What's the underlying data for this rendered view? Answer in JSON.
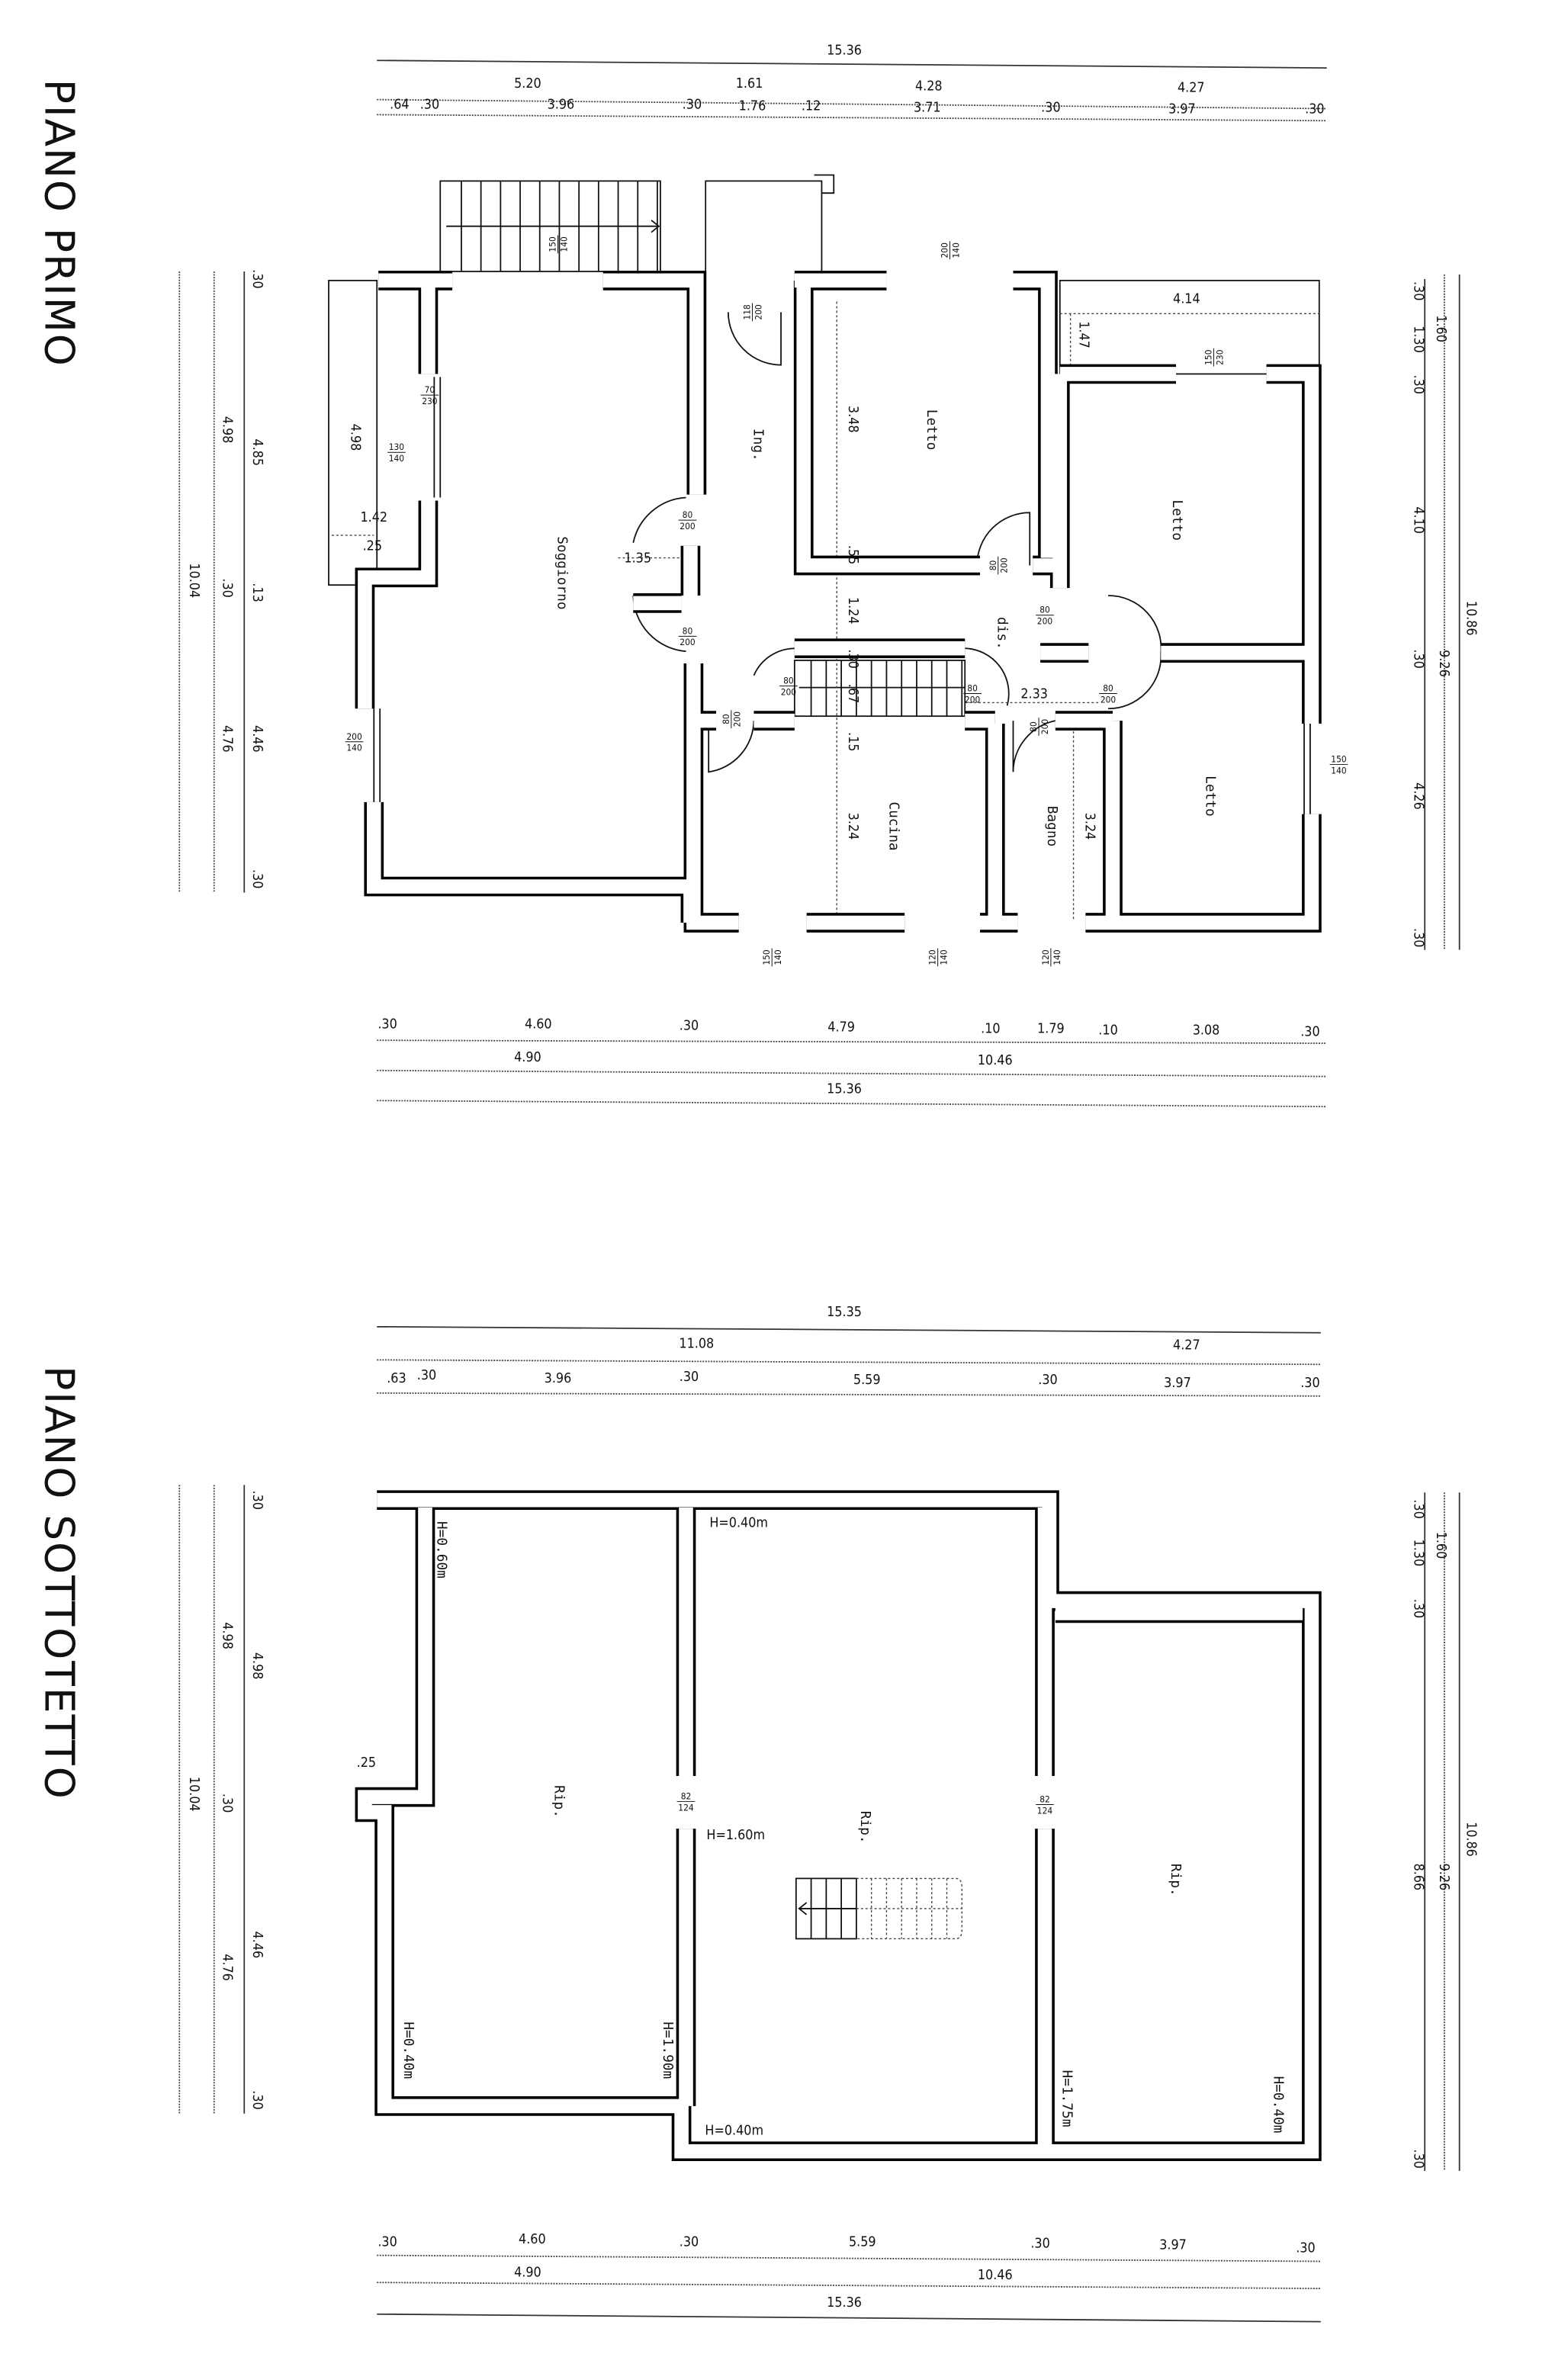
{
  "primo": {
    "title": "PIANO PRIMO",
    "top": [
      "15.36",
      "5.20",
      "1.61",
      "4.28",
      "4.27",
      ".64",
      ".30",
      "3.96",
      ".30",
      "1.76",
      ".12",
      "3.71",
      ".30",
      "3.97",
      ".30"
    ],
    "left": [
      ".30",
      "4.85",
      ".13",
      "4.46",
      ".30",
      "4.98",
      ".30",
      "4.76",
      "10.04"
    ],
    "right": [
      ".30",
      "1.30",
      ".30",
      "4.10",
      ".30",
      "4.26",
      ".30",
      "1.60",
      "9.26",
      "10.86"
    ],
    "bottom": [
      ".30",
      "4.60",
      ".30",
      "4.79",
      ".10",
      "1.79",
      ".10",
      "3.08",
      ".30",
      "4.90",
      "10.46",
      "15.36"
    ],
    "rooms": [
      "Soggiorno",
      "Ing.",
      "Letto",
      "Letto",
      "Letto",
      "dis.",
      "Cucina",
      "Bagno"
    ],
    "inner": [
      "4.98",
      "1.42",
      ".25",
      "1.35",
      "3.48",
      ".55",
      "1.24",
      ".30",
      ".67",
      ".15",
      "3.24",
      "3.24",
      "2.33",
      "4.14",
      "1.47"
    ],
    "openings": [
      {
        "n": "150",
        "d": "140"
      },
      {
        "n": "200",
        "d": "140"
      },
      {
        "n": "118",
        "d": "200"
      },
      {
        "n": "70",
        "d": "230"
      },
      {
        "n": "130",
        "d": "140"
      },
      {
        "n": "80",
        "d": "200"
      },
      {
        "n": "80",
        "d": "200"
      },
      {
        "n": "80",
        "d": "200"
      },
      {
        "n": "80",
        "d": "200"
      },
      {
        "n": "150",
        "d": "230"
      },
      {
        "n": "80",
        "d": "200"
      },
      {
        "n": "80",
        "d": "200"
      },
      {
        "n": "80",
        "d": "200"
      },
      {
        "n": "80",
        "d": "200"
      },
      {
        "n": "80",
        "d": "200"
      },
      {
        "n": "200",
        "d": "140"
      },
      {
        "n": "150",
        "d": "140"
      },
      {
        "n": "150",
        "d": "140"
      },
      {
        "n": "120",
        "d": "140"
      },
      {
        "n": "120",
        "d": "140"
      }
    ]
  },
  "sottotetto": {
    "title": "PIANO SOTTOTETTO",
    "top": [
      "15.35",
      "11.08",
      "4.27",
      ".63",
      ".30",
      "3.96",
      ".30",
      "5.59",
      ".30",
      "3.97",
      ".30"
    ],
    "left": [
      ".30",
      "4.98",
      "4.46",
      ".30",
      "4.98",
      ".30",
      "4.76",
      "10.04"
    ],
    "right": [
      ".30",
      "1.30",
      ".30",
      "8.66",
      ".30",
      "1.60",
      "9.26",
      "10.86"
    ],
    "bottom": [
      ".30",
      "4.60",
      ".30",
      "5.59",
      ".30",
      "3.97",
      ".30",
      "4.90",
      "10.46",
      "15.36"
    ],
    "labels": [
      "H=0.60m",
      "H=0.40m",
      "Rip.",
      "H=1.60m",
      "Rip.",
      "Rip.",
      "H=0.40m",
      "H=1.90m",
      "H=1.75m",
      "H=0.40m",
      "H=0.40m",
      ".25"
    ],
    "openings": [
      {
        "n": "82",
        "d": "124"
      },
      {
        "n": "82",
        "d": "124"
      }
    ]
  }
}
